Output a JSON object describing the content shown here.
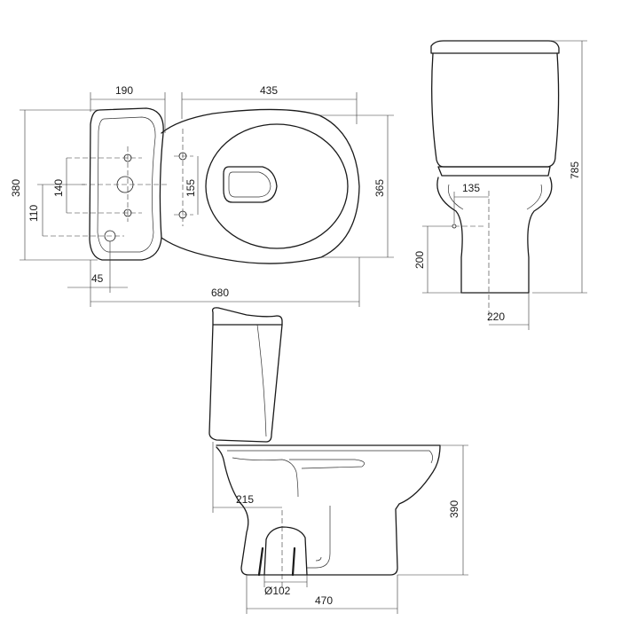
{
  "top_view": {
    "width_tank": "190",
    "width_bowl": "435",
    "depth_overall": "380",
    "depth_bowl": "365",
    "hole_spacing": "140",
    "fixing_spacing": "155",
    "inlet_offset": "110",
    "tank_edge_offset": "45",
    "length_overall": "680"
  },
  "front_view": {
    "height_overall": "785",
    "bolt_spacing": "135",
    "outlet_height": "200",
    "foot_width": "220"
  },
  "side_view": {
    "outlet_offset": "215",
    "bowl_height": "390",
    "outlet_diameter": "Ø102",
    "base_length": "470"
  }
}
